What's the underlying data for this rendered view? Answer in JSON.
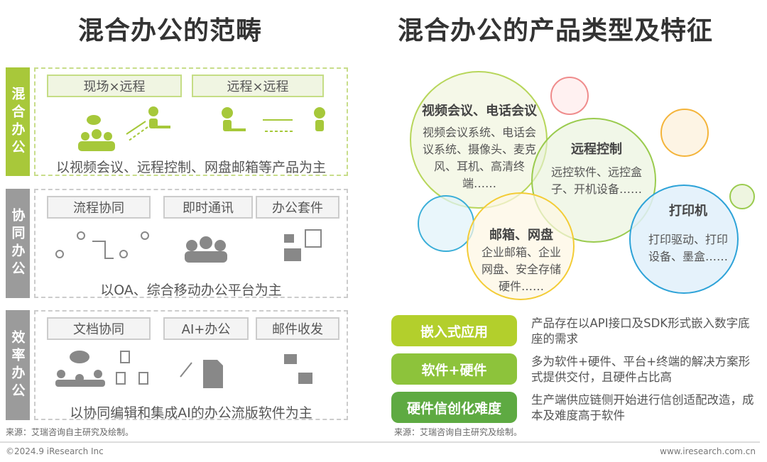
{
  "left": {
    "title": "混合办公的范畴",
    "sections": [
      {
        "label": "混合办公",
        "tabs": [
          "现场×远程",
          "远程×远程"
        ],
        "caption": "以视频会议、远程控制、网盘邮箱等产品为主"
      },
      {
        "label": "协同办公",
        "tabs": [
          "流程协同",
          "即时通讯",
          "办公套件"
        ],
        "caption": "以OA、综合移动办公平台为主"
      },
      {
        "label": "效率办公",
        "tabs": [
          "文档协同",
          "AI+办公",
          "邮件收发"
        ],
        "caption": "以协同编辑和集成AI的办公流版软件为主"
      }
    ],
    "source": "来源：艾瑞咨询自主研究及绘制。"
  },
  "right": {
    "title": "混合办公的产品类型及特征",
    "bubbles": [
      {
        "title": "视频会议、电话会议",
        "text": "视频会议系统、电话会议系统、摄像头、麦克风、耳机、高清终端……"
      },
      {
        "title": "远程控制",
        "text": "远控软件、远控盒子、开机设备……"
      },
      {
        "title": "邮箱、网盘",
        "text": "企业邮箱、企业网盘、安全存储硬件……"
      },
      {
        "title": "打印机",
        "text": "打印驱动、打印设备、墨盒……"
      }
    ],
    "features": [
      {
        "label": "嵌入式应用",
        "desc": "产品存在以API接口及SDK形式嵌入数字底座的需求",
        "color": "#b3cf2c"
      },
      {
        "label": "软件+硬件",
        "desc": "多为软件+硬件、平台+终端的解决方案形式提供交付，且硬件占比高",
        "color": "#8dc33b"
      },
      {
        "label": "硬件信创化难度",
        "desc": "生产端供应链侧开始进行信创适配改造，成本及难度高于软件",
        "color": "#5eaa42"
      }
    ],
    "source": "来源：艾瑞咨询自主研究及绘制。"
  },
  "footer": {
    "copyright": "©2024.9 iResearch Inc",
    "website": "www.iresearch.com.cn"
  }
}
